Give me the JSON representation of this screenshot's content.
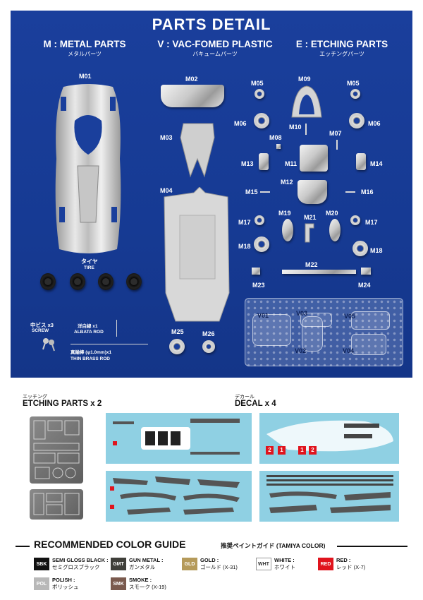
{
  "header": {
    "title": "PARTS DETAIL",
    "categories": [
      {
        "en": "M : METAL PARTS",
        "jp": "メタルパーツ"
      },
      {
        "en": "V : VAC-FOMED PLASTIC",
        "jp": "バキュームパーツ"
      },
      {
        "en": "E : ETCHING PARTS",
        "jp": "エッチングパーツ"
      }
    ]
  },
  "parts": {
    "m01": "M01",
    "m02": "M02",
    "m03": "M03",
    "m04": "M04",
    "m05a": "M05",
    "m05b": "M05",
    "m06a": "M06",
    "m06b": "M06",
    "m07": "M07",
    "m08": "M08",
    "m09": "M09",
    "m10": "M10",
    "m11": "M11",
    "m12": "M12",
    "m13": "M13",
    "m14": "M14",
    "m15": "M15",
    "m16": "M16",
    "m17a": "M17",
    "m17b": "M17",
    "m18a": "M18",
    "m18b": "M18",
    "m19": "M19",
    "m20": "M20",
    "m21": "M21",
    "m22": "M22",
    "m23": "M23",
    "m24": "M24",
    "m25": "M25",
    "m26": "M26",
    "v01": "V01",
    "v02": "V02",
    "v03": "V03",
    "v04": "V04",
    "v05": "V05"
  },
  "misc": {
    "tire_jp": "タイヤ",
    "tire_en": "TIRE",
    "screw_jp": "中ビス x3",
    "screw_en": "SCREW",
    "albata_jp": "洋白線 x1",
    "albata_en": "ALBATA ROD",
    "brass_jp": "真鍮棒 (φ1.0mm)x1",
    "brass_en": "THIN BRASS ROD"
  },
  "etching": {
    "jp": "エッチング",
    "en": "ETCHING PARTS x 2"
  },
  "decal": {
    "jp": "デカール",
    "en": "DECAL x 4"
  },
  "color_guide": {
    "title": "RECOMMENDED COLOR GUIDE",
    "subtitle": "推奨ペイントガイド (TAMIYA COLOR)",
    "colors": [
      {
        "code": "SBK",
        "name": "SEMI GLOSS BLACK :",
        "jp": "セミグロスブラック",
        "swatch": "#111111",
        "text": "#ffffff"
      },
      {
        "code": "GMT",
        "name": "GUN METAL :",
        "jp": "ガンメタル",
        "swatch": "#3f3f3a",
        "text": "#ffffff"
      },
      {
        "code": "GLD",
        "name": "GOLD :",
        "jp": "ゴールド (X-31)",
        "swatch": "#b59a5a",
        "text": "#ffffff"
      },
      {
        "code": "WHT",
        "name": "WHITE :",
        "jp": "ホワイト",
        "swatch": "#ffffff",
        "text": "#333333"
      },
      {
        "code": "RED",
        "name": "RED :",
        "jp": "レッド (X-7)",
        "swatch": "#e0141d",
        "text": "#ffffff"
      },
      {
        "code": "POL",
        "name": "POLISH :",
        "jp": "ポリッシュ",
        "swatch": "#b8b8b8",
        "text": "#ffffff"
      },
      {
        "code": "SMK",
        "name": "SMOKE :",
        "jp": "スモーク (X-19)",
        "swatch": "#7a5a4e",
        "text": "#ffffff"
      }
    ]
  },
  "decal_numbers": {
    "a": "2",
    "b": "1",
    "c": "1",
    "d": "2"
  }
}
